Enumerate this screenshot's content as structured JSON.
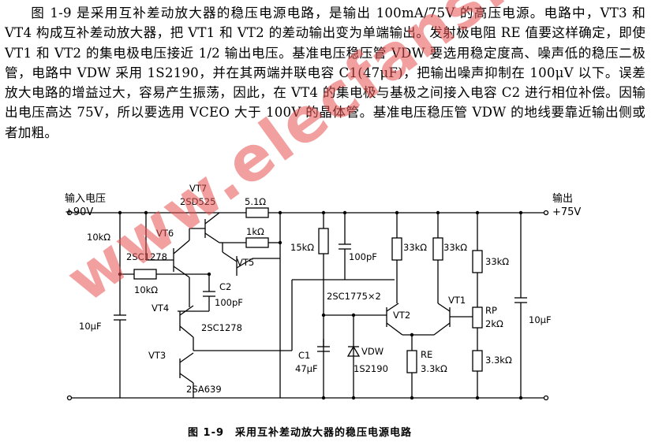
{
  "paragraph": "图 1-9 是采用互补差动放大器的稳压电源电路，是输出 100mA/75V 的高压电源。电路中，VT3 和 VT4 构成互补差动放大器，把 VT1 和 VT2 的差动输出变为单端输出。发射极电阻 RE 值要这样确定，即使 VT1 和 VT2 的集电极电压接近 1/2 输出电压。基准电压稳压管 VDW 要选用稳定度高、噪声低的稳压二极管，电路中 VDW 采用 1S2190，并在其两端并联电容 C1(47μF)，把输出噪声抑制在 100μV 以下。误差放大电路的增益过大，容易产生振荡，因此，在 VT4 的集电极与基极之间接入电容 C2 进行相位补偿。因输出电压高达 75V，所以要选用 VCEO 大于 100V 的晶体管。基准电压稳压管 VDW 的地线要靠近输出侧或者加粗。",
  "schematic": {
    "input_label": "输入电压",
    "input_voltage": "+90V",
    "output_label": "输出",
    "output_voltage": "+75V",
    "vt7": "VT7",
    "vt7_part": "2SD525",
    "vt6": "VT6",
    "vt6_part": "2SC1278",
    "vt5": "VT5",
    "vt4": "VT4",
    "vt4_part": "2SC1278",
    "vt3": "VT3",
    "vt3_part": "2SA639",
    "vt2": "VT2",
    "vt1": "VT1",
    "vt12_part": "2SC1775×2",
    "r_5_1": "5.1Ω",
    "r_1k": "1kΩ",
    "r_10k_a": "10kΩ",
    "r_10k_b": "10kΩ",
    "r_15k": "15kΩ",
    "c_100p_a": "100pF",
    "r_33k_a": "33kΩ",
    "r_33k_b": "33kΩ",
    "r_33k_c": "33kΩ",
    "c2": "C2",
    "c2_value": "100pF",
    "c_in": "10μF",
    "c1": "C1",
    "c1_value": "47μF",
    "vdw": "VDW",
    "vdw_part": "1S2190",
    "re": "RE",
    "re_value": "3.3kΩ",
    "rp": "RP",
    "rp_value": "2kΩ",
    "r_3_3k": "3.3kΩ",
    "c_out": "10μF"
  },
  "watermark": "www.elecfans.com",
  "caption": "图 1-9　采用互补差动放大器的稳压电源电路"
}
